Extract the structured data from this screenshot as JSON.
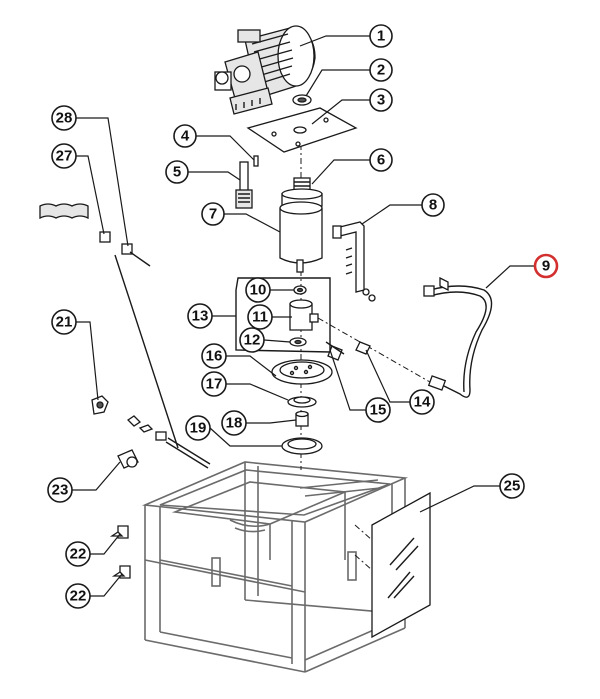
{
  "callouts": [
    {
      "label": "1"
    },
    {
      "label": "2"
    },
    {
      "label": "3"
    },
    {
      "label": "4"
    },
    {
      "label": "5"
    },
    {
      "label": "6"
    },
    {
      "label": "7"
    },
    {
      "label": "8"
    },
    {
      "label": "9"
    },
    {
      "label": "10"
    },
    {
      "label": "11"
    },
    {
      "label": "12"
    },
    {
      "label": "13"
    },
    {
      "label": "14"
    },
    {
      "label": "15"
    },
    {
      "label": "16"
    },
    {
      "label": "17"
    },
    {
      "label": "18"
    },
    {
      "label": "19"
    },
    {
      "label": "21"
    },
    {
      "label": "22"
    },
    {
      "label": "22"
    },
    {
      "label": "23"
    },
    {
      "label": "25"
    },
    {
      "label": "27"
    },
    {
      "label": "28"
    }
  ],
  "highlight": {
    "label": "9",
    "color": "#d32f2f"
  },
  "colors": {
    "line": "#1a1a1a",
    "frame": "#6b6b6b",
    "fill": "#e6e6e6"
  }
}
